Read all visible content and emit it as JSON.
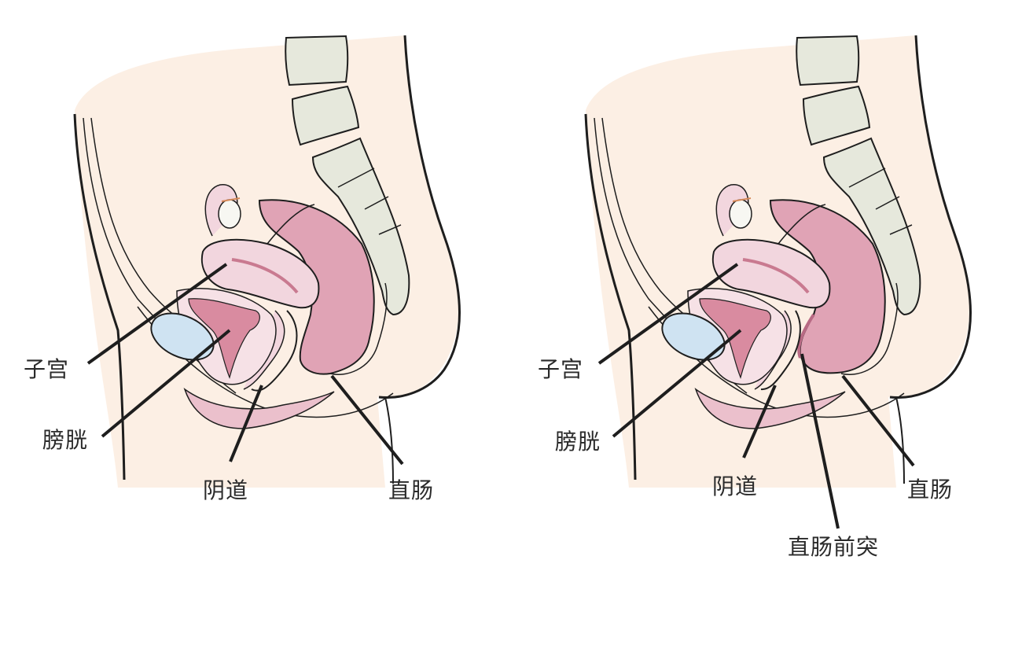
{
  "colors": {
    "background": "#ffffff",
    "skin": "#fcefe4",
    "spine": "#e6e8dc",
    "bladder": "#cfe3f2",
    "uterus_light": "#f2d6de",
    "uterus_cavity": "#d98ba0",
    "rectum": "#e0a3b5",
    "outline": "#1e1e1e",
    "leader_line": "#1e1e1e",
    "label_text": "#2a2a2a"
  },
  "panels": [
    {
      "id": "normal",
      "labels": {
        "uterus": "子宫",
        "bladder": "膀胱",
        "vagina": "阴道",
        "rectum": "直肠"
      }
    },
    {
      "id": "rectocele",
      "labels": {
        "uterus": "子宫",
        "bladder": "膀胱",
        "vagina": "阴道",
        "rectum": "直肠",
        "rectocele": "直肠前突"
      }
    }
  ]
}
